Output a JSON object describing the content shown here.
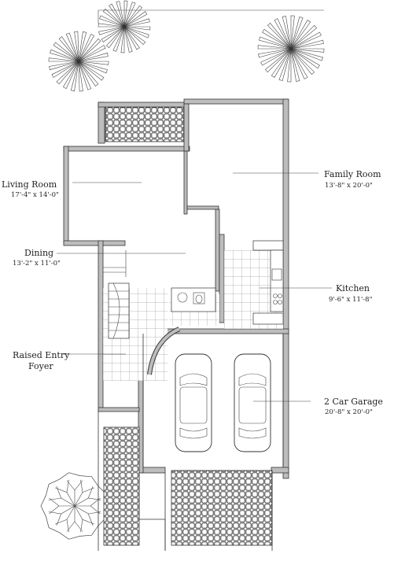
{
  "rooms": {
    "living": {
      "name": "Living Room",
      "dims": "17'-4\" x 14'-0\""
    },
    "family": {
      "name": "Family Room",
      "dims": "13'-8\" x 20'-0\""
    },
    "dining": {
      "name": "Dining",
      "dims": "13'-2\" x 11'-0\""
    },
    "kitchen": {
      "name": "Kitchen",
      "dims": "9'-6\" x 11'-8\""
    },
    "entry": {
      "name_line1": "Raised Entry",
      "name_line2": "Foyer"
    },
    "garage": {
      "name": "2 Car Garage",
      "dims": "20'-8\" x 20'-0\""
    }
  }
}
